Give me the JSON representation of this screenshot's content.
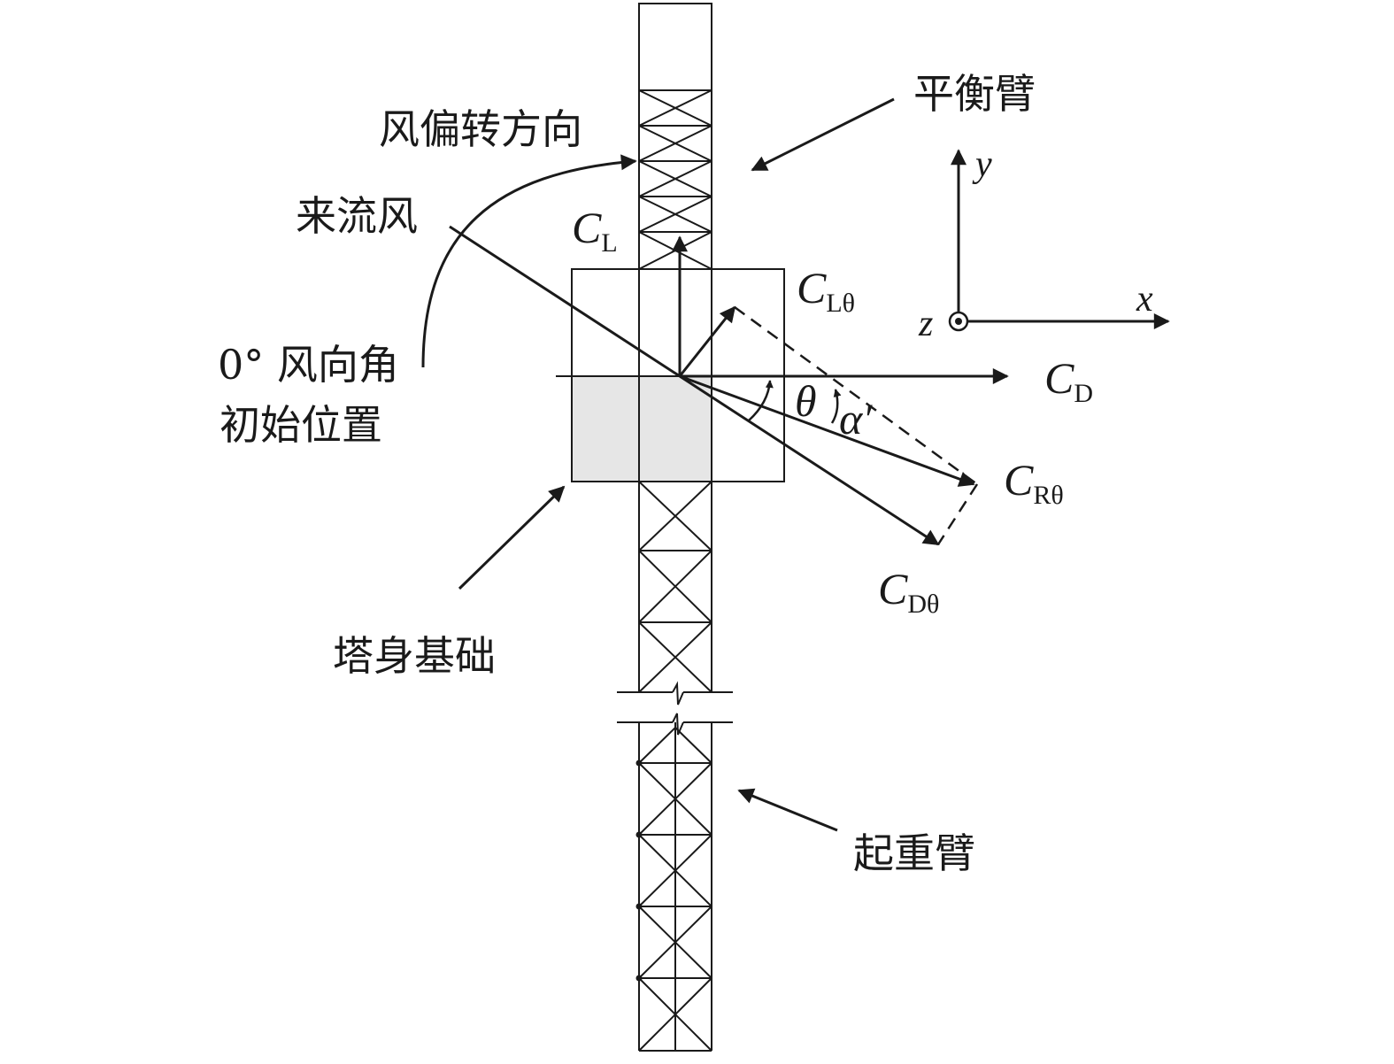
{
  "labels": {
    "balance_arm": "平衡臂",
    "wind_deflection_direction": "风偏转方向",
    "incoming_wind": "来流风",
    "zero_wind_angle_line1": "0° 风向角",
    "zero_wind_angle_line2": "初始位置",
    "tower_base": "塔身基础",
    "jib_arm": "起重臂"
  },
  "symbols": {
    "CL": {
      "main": "C",
      "sub": "L"
    },
    "CLtheta": {
      "main": "C",
      "sub": "Lθ"
    },
    "CD": {
      "main": "C",
      "sub": "D"
    },
    "CRtheta": {
      "main": "C",
      "sub": "Rθ"
    },
    "CDtheta": {
      "main": "C",
      "sub": "Dθ"
    },
    "theta": "θ",
    "alpha_prime": "α′"
  },
  "axes": {
    "x": "x",
    "y": "y",
    "z": "z"
  },
  "colors": {
    "line": "#1a1a1a",
    "base_fill": "#e6e6e6",
    "background": "#ffffff"
  }
}
